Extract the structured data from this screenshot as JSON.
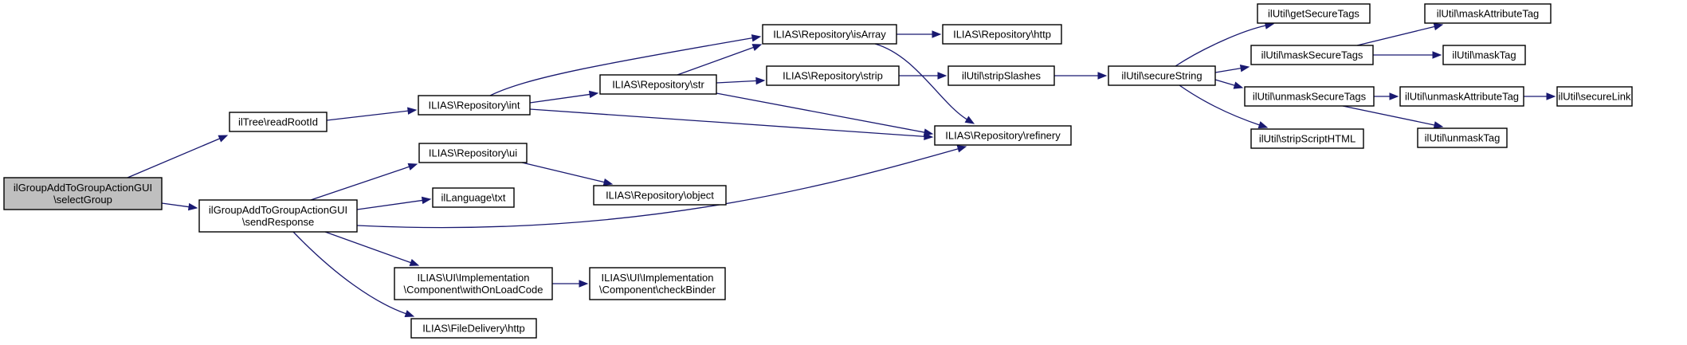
{
  "diagram": {
    "type": "call-graph",
    "colors": {
      "edge": "#191970",
      "root_fill": "#bfbfbf",
      "node_fill": "#ffffff",
      "border": "#000000"
    },
    "nodes": [
      {
        "id": "selectGroup",
        "lines": [
          "ilGroupAddToGroupActionGUI",
          "\\selectGroup"
        ],
        "root": true
      },
      {
        "id": "readRootId",
        "lines": [
          "ilTree\\readRootId"
        ]
      },
      {
        "id": "sendResponse",
        "lines": [
          "ilGroupAddToGroupActionGUI",
          "\\sendResponse"
        ]
      },
      {
        "id": "int",
        "lines": [
          "ILIAS\\Repository\\int"
        ]
      },
      {
        "id": "isArray",
        "lines": [
          "ILIAS\\Repository\\isArray"
        ]
      },
      {
        "id": "repoHttp",
        "lines": [
          "ILIAS\\Repository\\http"
        ]
      },
      {
        "id": "str",
        "lines": [
          "ILIAS\\Repository\\str"
        ]
      },
      {
        "id": "strip",
        "lines": [
          "ILIAS\\Repository\\strip"
        ]
      },
      {
        "id": "stripSlashes",
        "lines": [
          "ilUtil\\stripSlashes"
        ]
      },
      {
        "id": "refinery",
        "lines": [
          "ILIAS\\Repository\\refinery"
        ]
      },
      {
        "id": "ui",
        "lines": [
          "ILIAS\\Repository\\ui"
        ]
      },
      {
        "id": "txt",
        "lines": [
          "ilLanguage\\txt"
        ]
      },
      {
        "id": "object",
        "lines": [
          "ILIAS\\Repository\\object"
        ]
      },
      {
        "id": "withOnLoadCode",
        "lines": [
          "ILIAS\\UI\\Implementation",
          "\\Component\\withOnLoadCode"
        ]
      },
      {
        "id": "checkBinder",
        "lines": [
          "ILIAS\\UI\\Implementation",
          "\\Component\\checkBinder"
        ]
      },
      {
        "id": "fdHttp",
        "lines": [
          "ILIAS\\FileDelivery\\http"
        ]
      },
      {
        "id": "secureString",
        "lines": [
          "ilUtil\\secureString"
        ]
      },
      {
        "id": "getSecureTags",
        "lines": [
          "ilUtil\\getSecureTags"
        ]
      },
      {
        "id": "maskSecureTags",
        "lines": [
          "ilUtil\\maskSecureTags"
        ]
      },
      {
        "id": "unmaskSecureTags",
        "lines": [
          "ilUtil\\unmaskSecureTags"
        ]
      },
      {
        "id": "stripScriptHTML",
        "lines": [
          "ilUtil\\stripScriptHTML"
        ]
      },
      {
        "id": "maskAttributeTag",
        "lines": [
          "ilUtil\\maskAttributeTag"
        ]
      },
      {
        "id": "maskTag",
        "lines": [
          "ilUtil\\maskTag"
        ]
      },
      {
        "id": "unmaskAttributeTag",
        "lines": [
          "ilUtil\\unmaskAttributeTag"
        ]
      },
      {
        "id": "unmaskTag",
        "lines": [
          "ilUtil\\unmaskTag"
        ]
      },
      {
        "id": "secureLink",
        "lines": [
          "ilUtil\\secureLink"
        ]
      }
    ],
    "edges": [
      {
        "from": "selectGroup",
        "to": "readRootId"
      },
      {
        "from": "selectGroup",
        "to": "sendResponse"
      },
      {
        "from": "readRootId",
        "to": "int"
      },
      {
        "from": "int",
        "to": "isArray"
      },
      {
        "from": "int",
        "to": "str"
      },
      {
        "from": "int",
        "to": "refinery"
      },
      {
        "from": "str",
        "to": "isArray"
      },
      {
        "from": "str",
        "to": "strip"
      },
      {
        "from": "str",
        "to": "refinery"
      },
      {
        "from": "isArray",
        "to": "repoHttp"
      },
      {
        "from": "isArray",
        "to": "refinery"
      },
      {
        "from": "strip",
        "to": "stripSlashes"
      },
      {
        "from": "stripSlashes",
        "to": "secureString"
      },
      {
        "from": "secureString",
        "to": "getSecureTags"
      },
      {
        "from": "secureString",
        "to": "maskSecureTags"
      },
      {
        "from": "secureString",
        "to": "unmaskSecureTags"
      },
      {
        "from": "secureString",
        "to": "stripScriptHTML"
      },
      {
        "from": "maskSecureTags",
        "to": "maskAttributeTag"
      },
      {
        "from": "maskSecureTags",
        "to": "maskTag"
      },
      {
        "from": "unmaskSecureTags",
        "to": "unmaskAttributeTag"
      },
      {
        "from": "unmaskSecureTags",
        "to": "unmaskTag"
      },
      {
        "from": "unmaskAttributeTag",
        "to": "secureLink"
      },
      {
        "from": "sendResponse",
        "to": "ui"
      },
      {
        "from": "sendResponse",
        "to": "txt"
      },
      {
        "from": "sendResponse",
        "to": "refinery"
      },
      {
        "from": "sendResponse",
        "to": "withOnLoadCode"
      },
      {
        "from": "sendResponse",
        "to": "fdHttp"
      },
      {
        "from": "ui",
        "to": "object"
      },
      {
        "from": "withOnLoadCode",
        "to": "checkBinder"
      }
    ]
  }
}
